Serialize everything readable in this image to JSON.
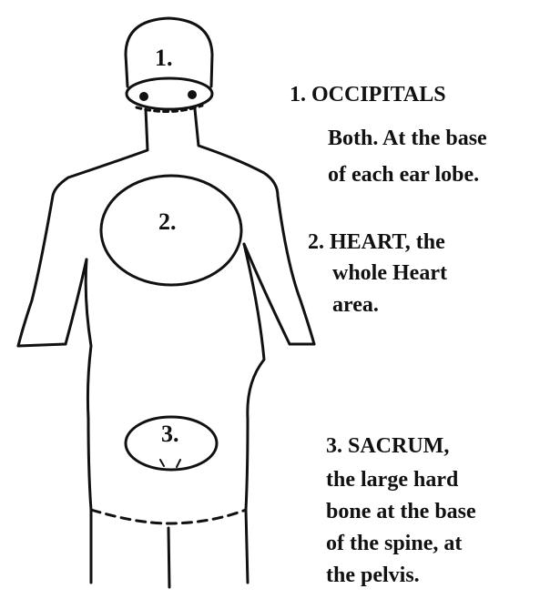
{
  "figure": {
    "markers": [
      "1.",
      "2.",
      "3."
    ]
  },
  "notes": [
    {
      "lines": [
        "1. OCCIPITALS",
        "Both. At the base",
        "of each ear lobe."
      ]
    },
    {
      "lines": [
        "2. HEART, the",
        "whole Heart",
        "area."
      ]
    },
    {
      "lines": [
        "3. SACRUM,",
        "the large hard",
        "bone at the base",
        "of the spine, at",
        "the pelvis."
      ]
    }
  ]
}
